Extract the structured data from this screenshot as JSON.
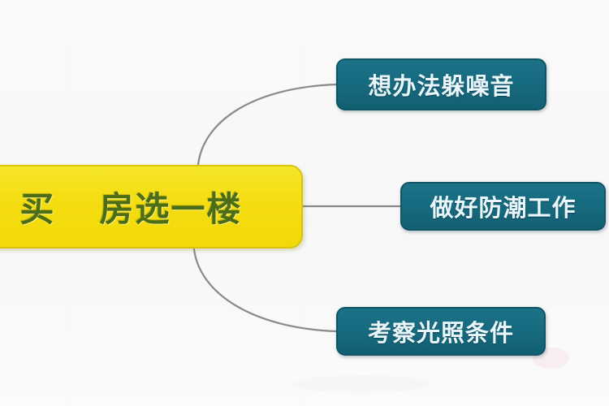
{
  "diagram": {
    "type": "mind-map",
    "title": "买房选一楼",
    "background_color": "#f8f8f8",
    "root": {
      "id": "root",
      "text_left": "买",
      "text_right": "房选一楼",
      "full_text": "买 房选一楼",
      "fill_color": "#f4dd12",
      "border_color": "#d9c40a",
      "text_color": "#4c6d16"
    },
    "children": [
      {
        "id": "child-0",
        "label": "想办法躲噪音",
        "fill_color": "#176b80",
        "border_color": "#0f5566",
        "text_color": "#e9f7fb",
        "connector": "curved"
      },
      {
        "id": "child-1",
        "label": "做好防潮工作",
        "fill_color": "#176b80",
        "border_color": "#0f5566",
        "text_color": "#e9f7fb",
        "connector": "straight"
      },
      {
        "id": "child-2",
        "label": "考察光照条件",
        "fill_color": "#176b80",
        "border_color": "#0f5566",
        "text_color": "#e9f7fb",
        "connector": "curved"
      }
    ],
    "connector_color": "#8a8a8a"
  }
}
